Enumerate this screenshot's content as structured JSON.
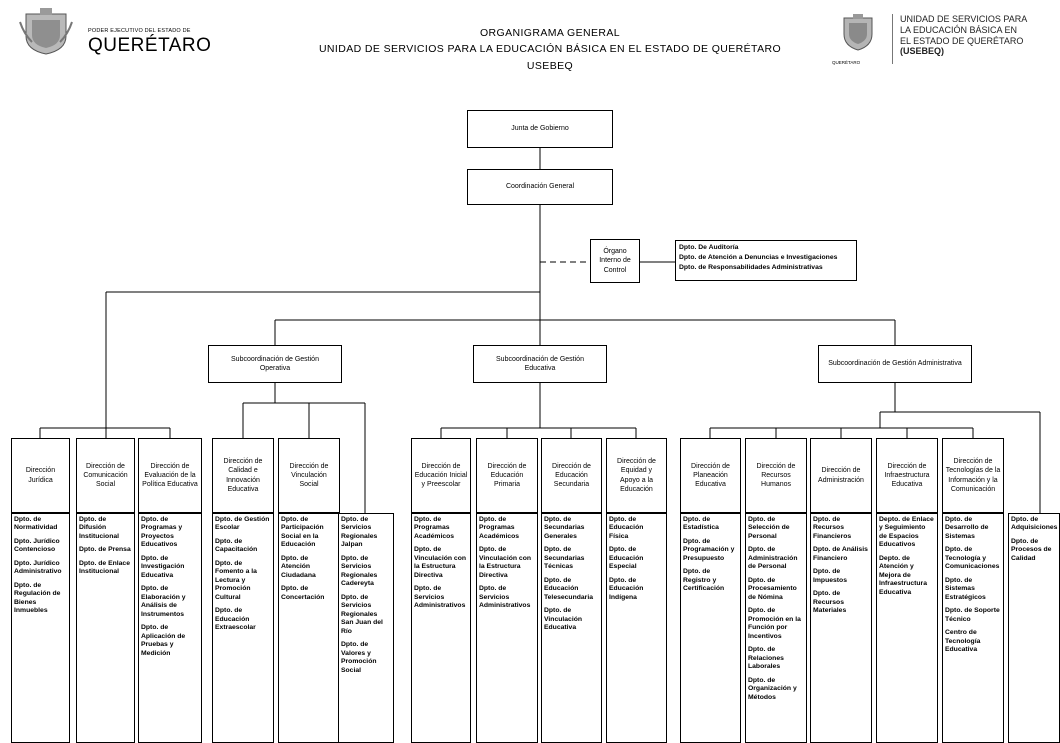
{
  "header": {
    "left_logo": {
      "small_text": "PODER EJECUTIVO DEL ESTADO DE",
      "state_name": "QUERÉTARO"
    },
    "title_line1": "ORGANIGRAMA GENERAL",
    "title_line2": "UNIDAD DE SERVICIOS PARA LA EDUCACIÓN BÁSICA EN EL ESTADO DE QUERÉTARO",
    "title_line3": "USEBEQ",
    "right_logo": {
      "seal_caption": "QUERÉTARO",
      "line1": "UNIDAD DE SERVICIOS PARA",
      "line2": "LA EDUCACIÓN BÁSICA EN",
      "line3": "EL ESTADO DE QUERÉTARO",
      "line4": "(USEBEQ)"
    }
  },
  "org": {
    "junta": "Junta de Gobierno",
    "coordinacion": "Coordinación General",
    "oic": "Órgano Interno de Control",
    "oic_depts": [
      "Dpto. De Auditoría",
      "Dpto. de Atención a Denuncias e Investigaciones",
      "Dpto. de Responsabilidades Administrativas"
    ],
    "sub_operativa": "Subcoordinación de Gestión Operativa",
    "sub_educativa": "Subcoordinación de Gestión Educativa",
    "sub_administrativa": "Subcoordinación de Gestión Administrativa",
    "directions": [
      "Dirección Jurídica",
      "Dirección de Comunicación Social",
      "Dirección de Evaluación de la Política Educativa",
      "Dirección de Calidad e Innovación Educativa",
      "Dirección de Vinculación Social",
      "Dirección de Educación Inicial y Preescolar",
      "Dirección de Educación Primaria",
      "Dirección de Educación Secundaria",
      "Dirección de Equidad y Apoyo a la Educación",
      "Dirección de Planeación Educativa",
      "Dirección de Recursos Humanos",
      "Dirección de Administración",
      "Dirección de Infraestructura Educativa",
      "Dirección de Tecnologías de la Información y la Comunicación"
    ],
    "dept_lists": [
      [
        "Dpto. de Normatividad",
        "Dpto. Jurídico Contencioso",
        "Dpto. Jurídico Administrativo",
        "Dpto. de Regulación de Bienes Inmuebles"
      ],
      [
        "Dpto. de Difusión Institucional",
        "Dpto. de Prensa",
        "Dpto. de Enlace Institucional"
      ],
      [
        "Dpto. de Programas y Proyectos Educativos",
        "Dpto. de Investigación Educativa",
        "Dpto. de Elaboración y Análisis de Instrumentos",
        "Dpto. de Aplicación de Pruebas y Medición"
      ],
      [
        "Dpto. de Gestión Escolar",
        "Dpto. de Capacitación",
        "Dpto. de Fomento a la Lectura y Promoción Cultural",
        "Dpto. de Educación Extraescolar"
      ],
      [
        "Dpto. de Participación Social en la Educación",
        "Dpto. de Atención Ciudadana",
        "Dpto. de Concertación"
      ],
      [
        "Dpto. de Servicios Regionales Jalpan",
        "Dpto. de Servicios Regionales Cadereyta",
        "Dpto. de Servicios Regionales San Juan del Río",
        "Dpto. de Valores y Promoción Social"
      ],
      [
        "Dpto. de Programas Académicos",
        "Dpto. de Vinculación con la Estructura Directiva",
        "Dpto. de Servicios Administrativos"
      ],
      [
        "Dpto. de Programas Académicos",
        "Dpto. de Vinculación con la Estructura Directiva",
        "Dpto. de Servicios Administrativos"
      ],
      [
        "Dpto. de Secundarias Generales",
        "Dpto. de Secundarias Técnicas",
        "Dpto. de Educación Telesecundaria",
        "Dpto. de Vinculación Educativa"
      ],
      [
        "Dpto. de Educación Física",
        "Dpto. de Educación Especial",
        "Dpto. de Educación Indígena"
      ],
      [
        "Dpto. de Estadística",
        "Dpto. de Programación y Presupuesto",
        "Dpto. de Registro y Certificación"
      ],
      [
        "Dpto. de Selección de Personal",
        "Dpto. de Administración de Personal",
        "Dpto. de Procesamiento de Nómina",
        "Dpto. de Promoción en la Función por Incentivos",
        "Dpto. de Relaciones Laborales",
        "Dpto. de Organización y Métodos"
      ],
      [
        "Dpto. de Recursos Financieros",
        "Dpto. de Análisis Financiero",
        "Dpto. de Impuestos",
        "Dpto. de Recursos Materiales"
      ],
      [
        "Depto. de Enlace y Seguimiento de Espacios Educativos",
        "Depto. de Atención y Mejora de Infraestructura Educativa"
      ],
      [
        "Dpto. de Desarrollo de Sistemas",
        "Dpto. de Tecnología y Comunicaciones",
        "Dpto. de Sistemas Estratégicos",
        "Dpto. de Soporte Técnico",
        "Centro de Tecnología Educativa"
      ],
      [
        "Dpto. de Adquisiciones",
        "Dpto. de Procesos de Calidad"
      ]
    ]
  }
}
